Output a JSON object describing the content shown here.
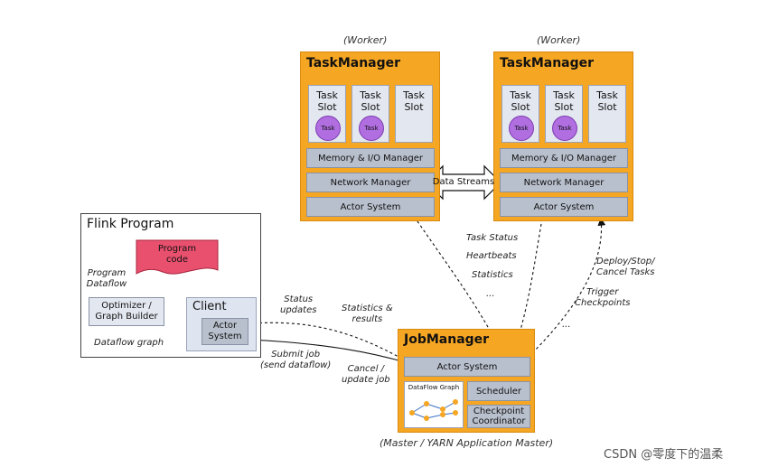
{
  "workers": [
    {
      "role_label": "(Worker)",
      "title": "TaskManager",
      "slots": [
        {
          "label_line1": "Task",
          "label_line2": "Slot",
          "task": "Task"
        },
        {
          "label_line1": "Task",
          "label_line2": "Slot",
          "task": "Task"
        },
        {
          "label_line1": "Task",
          "label_line2": "Slot",
          "task": null
        }
      ],
      "memory_io": "Memory & I/O Manager",
      "network": "Network Manager",
      "actor": "Actor System"
    },
    {
      "role_label": "(Worker)",
      "title": "TaskManager",
      "slots": [
        {
          "label_line1": "Task",
          "label_line2": "Slot",
          "task": "Task"
        },
        {
          "label_line1": "Task",
          "label_line2": "Slot",
          "task": "Task"
        },
        {
          "label_line1": "Task",
          "label_line2": "Slot",
          "task": null
        }
      ],
      "memory_io": "Memory & I/O Manager",
      "network": "Network Manager",
      "actor": "Actor System"
    }
  ],
  "data_streams": "Data Streams",
  "flink_program": {
    "title": "Flink Program",
    "program_code_line1": "Program",
    "program_code_line2": "code",
    "program_dataflow_line1": "Program",
    "program_dataflow_line2": "Dataflow",
    "optimizer_line1": "Optimizer /",
    "optimizer_line2": "Graph Builder",
    "dataflow_graph": "Dataflow graph",
    "client_title": "Client",
    "client_actor_line1": "Actor",
    "client_actor_line2": "System"
  },
  "jobmanager": {
    "title": "JobManager",
    "actor": "Actor System",
    "dataflow_graph": "DataFlow Graph",
    "scheduler": "Scheduler",
    "checkpoint_line1": "Checkpoint",
    "checkpoint_line2": "Coordinator",
    "master_label": "(Master / YARN Application Master)"
  },
  "annotations": {
    "task_status": "Task Status",
    "heartbeats": "Heartbeats",
    "statistics": "Statistics",
    "ellipsis1": "...",
    "deploy_line1": "Deploy/Stop/",
    "deploy_line2": "Cancel Tasks",
    "trigger_line1": "Trigger",
    "trigger_line2": "Checkpoints",
    "ellipsis2": "...",
    "status_line1": "Status",
    "status_line2": "updates",
    "stats_results_line1": "Statistics &",
    "stats_results_line2": "results",
    "submit_line1": "Submit job",
    "submit_line2": "(send dataflow)",
    "cancel_line1": "Cancel /",
    "cancel_line2": "update job"
  },
  "watermark": "CSDN @零度下的温柔",
  "colors": {
    "orange": "#f5a623",
    "grey_bar": "#b9c0cd",
    "slot": "#e3e7f0",
    "task": "#b06ee0",
    "program_code": "#e8506e"
  }
}
